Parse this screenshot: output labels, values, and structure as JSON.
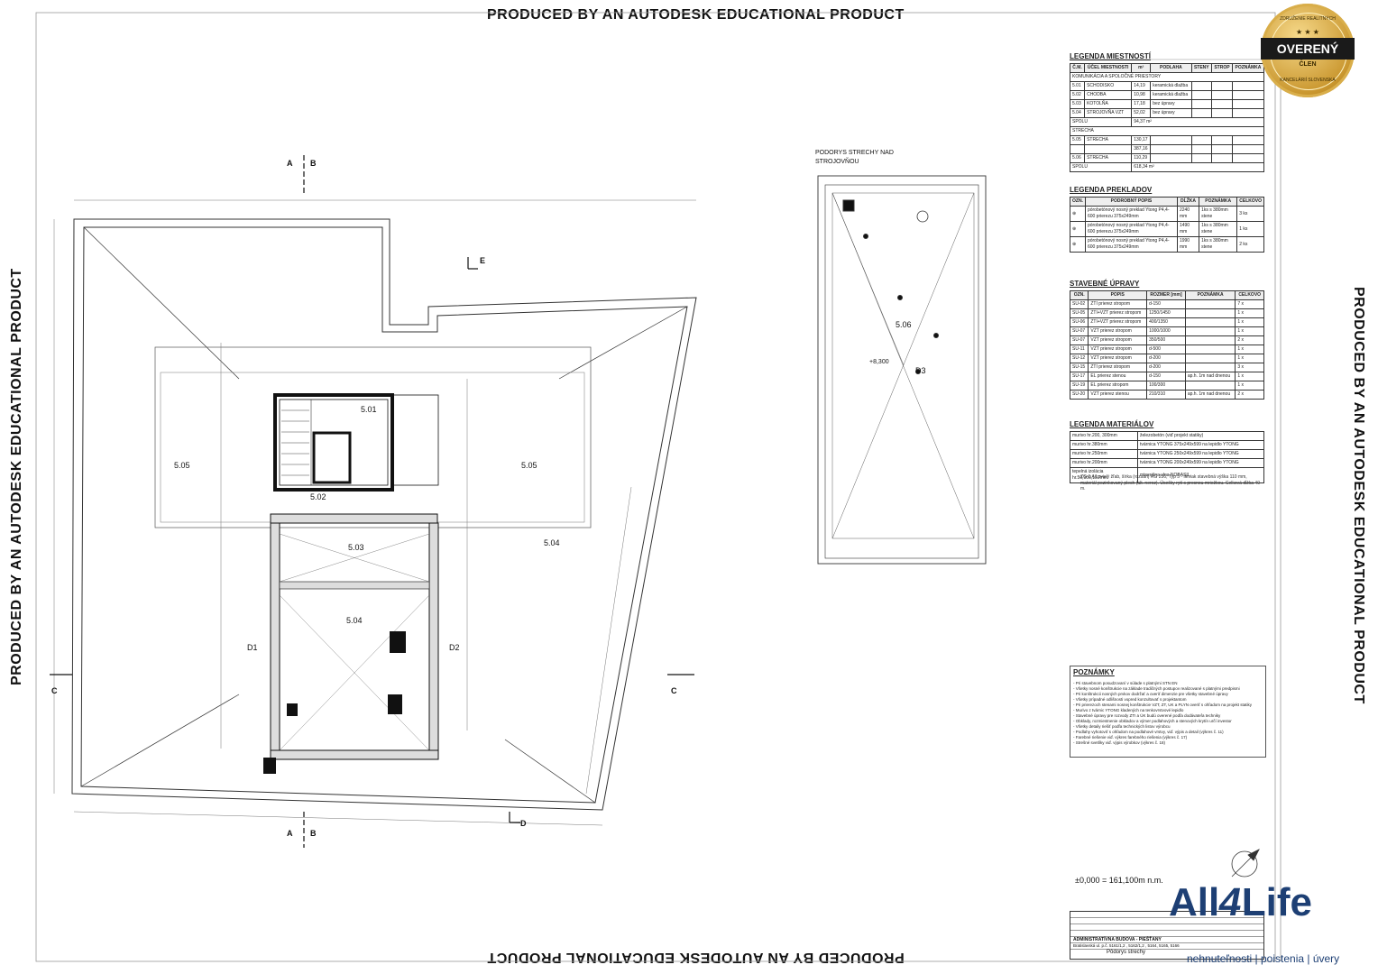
{
  "watermarks": {
    "top": "PRODUCED BY AN AUTODESK EDUCATIONAL PRODUCT",
    "bottom": "PRODUCED BY AN AUTODESK EDUCATIONAL PRODUCT",
    "left": "PRODUCED BY AN AUTODESK EDUCATIONAL PRODUCT",
    "right": "PRODUCED BY AN AUTODESK EDUCATIONAL PRODUCT"
  },
  "plan": {
    "rooms": {
      "r501": "5.01",
      "r502": "5.02",
      "r503": "5.03",
      "r504a": "5.04",
      "r504b": "5.04",
      "r505a": "5.05",
      "r505b": "5.05",
      "r506": "5.06"
    },
    "doors": {
      "d1": "D1",
      "d2": "D2",
      "d3": "D3"
    },
    "sections": {
      "a": "A",
      "b": "B",
      "c": "C",
      "d": "D",
      "e": "E"
    },
    "roof_title_1": "PODORYS STRECHY NAD",
    "roof_title_2": "STROJOVŇOU",
    "roof_level": "+8,300"
  },
  "legends": {
    "rooms_title": "LEGENDA MIESTNOSTÍ",
    "rooms_headers": [
      "Č.M.",
      "ÚČEL MIESTNOSTI",
      "m²",
      "PODLAHA",
      "STENY",
      "STROP",
      "POZNÁMKA"
    ],
    "rooms_group1": "KOMUNIKÁCIA A SPOLOČNÉ PRIESTORY",
    "rooms_rows": [
      [
        "5.01",
        "SCHODISKO",
        "14,19",
        "keramická dlažba",
        "",
        "",
        ""
      ],
      [
        "5.02",
        "CHODBA",
        "10,98",
        "keramická dlažba",
        "",
        "",
        ""
      ],
      [
        "5.03",
        "KOTOLŇA",
        "17,18",
        "bez úpravy",
        "",
        "",
        ""
      ],
      [
        "5.04",
        "STROJOVŇA VZT",
        "52,02",
        "bez úpravy",
        "",
        "",
        ""
      ]
    ],
    "rooms_total1": "SPOLU",
    "rooms_total1_value": "94,37 m²",
    "rooms_group2": "STRECHA",
    "rooms_rows2": [
      [
        "5.05",
        "STRECHA",
        "130,17",
        "",
        "",
        "",
        ""
      ],
      [
        "",
        "",
        "387,16",
        "",
        "",
        "",
        ""
      ],
      [
        "5.06",
        "STRECHA",
        "110,29",
        "",
        "",
        "",
        ""
      ]
    ],
    "rooms_total2": "SPOLU",
    "rooms_total2_value": "618,34 m²",
    "lintels_title": "LEGENDA PREKLADOV",
    "lintels_headers": [
      "OZN.",
      "PODROBNÝ POPIS",
      "DĹŽKA",
      "POZNÁMKA",
      "CELKOVO"
    ],
    "lintels_rows": [
      [
        "",
        "pórobetónový nosný preklad Ytong P4,4-600 prierezu 375x249mm",
        "2240 mm",
        "1ks s 380mm stene",
        "3 ks"
      ],
      [
        "",
        "pórobetónový nosný preklad Ytong P4,4-600 prierezu 375x249mm",
        "1490 mm",
        "1ks s 380mm stene",
        "1 ks"
      ],
      [
        "",
        "pórobetónový nosný preklad Ytong P4,4-600 prierezu 375x249mm",
        "1990 mm",
        "1ks s 380mm stene",
        "2 ks"
      ]
    ],
    "works_title": "STAVEBNÉ ÚPRAVY",
    "works_headers": [
      "OZN.",
      "POPIS",
      "ROZMER [mm]",
      "POZNÁMKA",
      "CELKOVO"
    ],
    "works_rows": [
      [
        "SU-02",
        "ZTI prierez stropom",
        "d-150",
        "",
        "7 x"
      ],
      [
        "SU-05",
        "ZTI+VZT prierez stropom",
        "1250/1450",
        "",
        "1 x"
      ],
      [
        "SU-06",
        "ZTI+VZT prierez stropom",
        "400/1350",
        "",
        "1 x"
      ],
      [
        "SU-07",
        "VZT prierez stropom",
        "1000/1000",
        "",
        "1 x"
      ],
      [
        "SU-07",
        "VZT prierez stropom",
        "350/500",
        "",
        "2 x"
      ],
      [
        "SU-11",
        "VZT prierez stropom",
        "d-500",
        "",
        "1 x"
      ],
      [
        "SU-12",
        "VZT prierez stropom",
        "d-200",
        "",
        "1 x"
      ],
      [
        "SU-15",
        "ZTI prierez stropom",
        "d-200",
        "",
        "3 x"
      ],
      [
        "SU-17",
        "EL prierez stenou",
        "d-150",
        "ap.h. 1m nad dnenou",
        "1 x"
      ],
      [
        "SU-19",
        "EL prierez stropom",
        "100/300",
        "",
        "1 x"
      ],
      [
        "SU-20",
        "VZT prierez stenou",
        "210/310",
        "ap.h. 1m nad dnenou",
        "2 x"
      ]
    ],
    "materials_title": "LEGENDA MATERIÁLOV",
    "materials_rows": [
      [
        "murivo hr.200, 300mm",
        "železobetón (viď projekt statiky)"
      ],
      [
        "murivo hr.380mm",
        "tvárnica YTONG 375x249x599 na lepidlo YTONG"
      ],
      [
        "murivo hr.250mm",
        "tvárnica YTONG 250x249x599 na lepidlo YTONG"
      ],
      [
        "murivo hr.200mm",
        "tvárnica YTONG 200x249x599 na lepidlo YTONG"
      ],
      [
        "tepelná izolácia hr.50,100,150mm",
        "minerálna vlna NOBASIL"
      ]
    ],
    "materials_note": "ZG-1 A1 zvislý žľab, šírka (rozsah) RG 250, Typ 5 - lieviak stavebná výška 110 mm, materiál pozinkovaný plech (alt. nerez). Úsečky rytí s presnou mriežkou. Celková dĺžka 40 m.",
    "notes_title": "POZNÁMKY",
    "notes_lines": [
      "- Pri stavebnom posudzovaní v súlade s platnými STN EN",
      "- Všetky nosné konštrukcie na základe tradičných postupov realizované s platnými predpismi",
      "- Pri konštrukcii nosných prvkov dodržať a overiť dimenzie pre všetky stavebné úpravy",
      "- Všetky prípadné odlišnosti vopred konzultovať s projektantom",
      "- Pri prierezoch stenami nosnej konštrukcie VZT, ZT, UK a PLYN overiť s ohľadom na projekt statiky",
      "- Murivo z tvárnic YTONG kladených na tenkovrstvové lepidlo",
      "- Stavebné úpravy pre rozvody ZTI a ÚK budú overené podľa dodávateľa techniky",
      "- Obklady, rozmiestnenie obkladov a výmer podlahových a stenových krytín určí investor",
      "- Všetky detaily riešiť podľa technických listov výrobcu",
      "- Podlahy vyhotoviť s ohľadom na podlahové vrstvy, viď. výpis a detail (výkres č. 11)",
      "- Farebné riešenie viď. výkres farebného riešenia (výkres č. 17)",
      "- Strešné svetlíky viď. výpis výrobkov (výkres č. 18)"
    ],
    "elevation": "±0,000 = 161,100m n.m."
  },
  "title_block": {
    "project": "ADMINISTRATÍVNA BUDOVA - PIEŠŤANY",
    "address": "Bratislavská ul. p.č. 5161/1,2 , 5162/1,2 , 5164, 5165, 5166",
    "drawing": "Pôdorys strechy"
  },
  "badge": {
    "top_arc": "ZDRUŽENIE REALITNÝCH",
    "stars": "★ ★ ★",
    "main": "OVERENÝ",
    "sub": "ČLEN",
    "bottom_arc": "KANCELÁRIÍ SLOVENSKA"
  },
  "logo": {
    "main_a": "All",
    "main_b": "4",
    "main_c": "Life",
    "tagline": "nehnuteľnosti | poistenia | úvery"
  }
}
